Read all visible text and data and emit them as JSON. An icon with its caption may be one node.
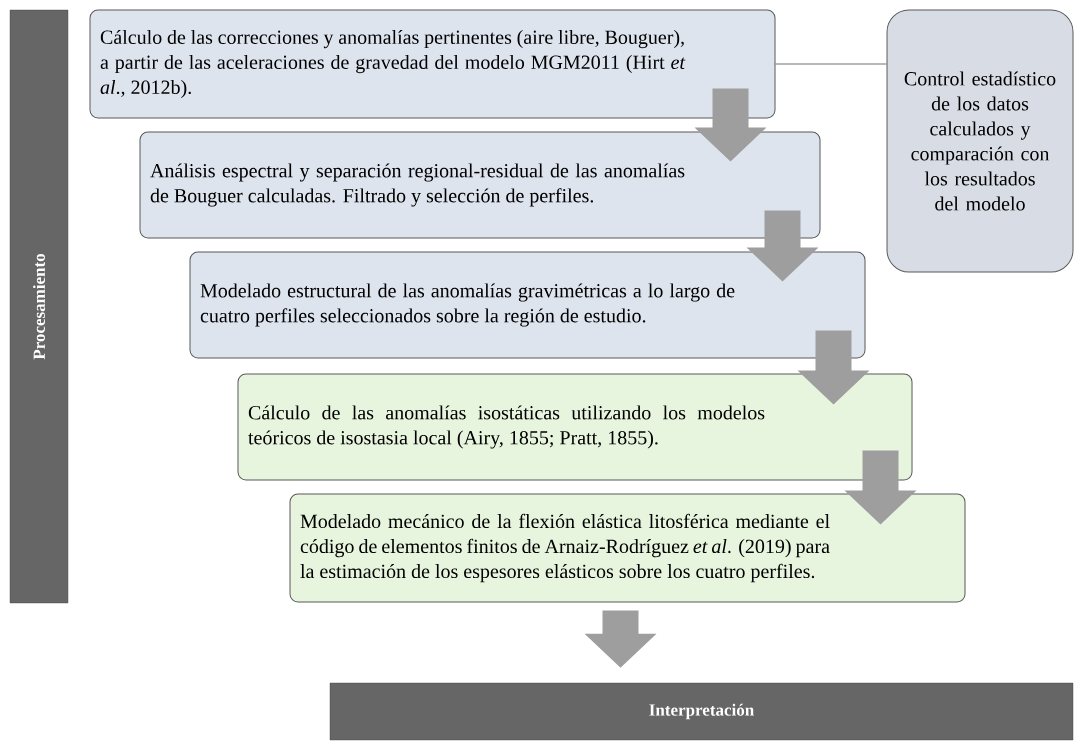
{
  "diagram": {
    "nodes": [
      {
        "text": [
          "Procesamiento"
        ]
      },
      {
        "text": [
          "Cálculo de las correcciones y anomalías pertinentes (aire libre, Bouguer), a partir de las aceleraciones de gravedad del modelo MGM2011 (Hirt *et al*., 2012b)."
        ]
      },
      {
        "text": [
          "Análisis espectral y separación regional-residual de las anomalías de Bouguer calculadas. Filtrado y selección de perfiles."
        ]
      },
      {
        "text": [
          "Modelado estructural de las anomalías gravimétricas a lo largo de cuatro perfiles seleccionados sobre la región de estudio."
        ]
      },
      {
        "text": [
          "Cálculo de las anomalías isostáticas utilizando los modelos teóricos de isostasia local (Airy, 1855; Pratt, 1855)."
        ]
      },
      {
        "text": [
          "Modelado mecánico de la flexión elástica litosférica mediante el código de elementos finitos de Arnaiz-Rodríguez *et al*. (2019) para la estimación de los espesores elásticos sobre los cuatro perfiles."
        ]
      },
      {
        "text": [
          "Control estadístico de los datos calculados y comparación con los resultados del modelo"
        ]
      },
      {
        "text": [
          "Interpretación"
        ]
      }
    ],
    "edges": [
      {
        "from": 1,
        "to": 6,
        "arrow": "none"
      },
      {
        "from": 1,
        "to": 2,
        "arrow": "to"
      },
      {
        "from": 2,
        "to": 3,
        "arrow": "to"
      },
      {
        "from": 3,
        "to": 4,
        "arrow": "to"
      },
      {
        "from": 4,
        "to": 5,
        "arrow": "to"
      },
      {
        "from": 5,
        "to": 7,
        "arrow": "to"
      }
    ]
  }
}
